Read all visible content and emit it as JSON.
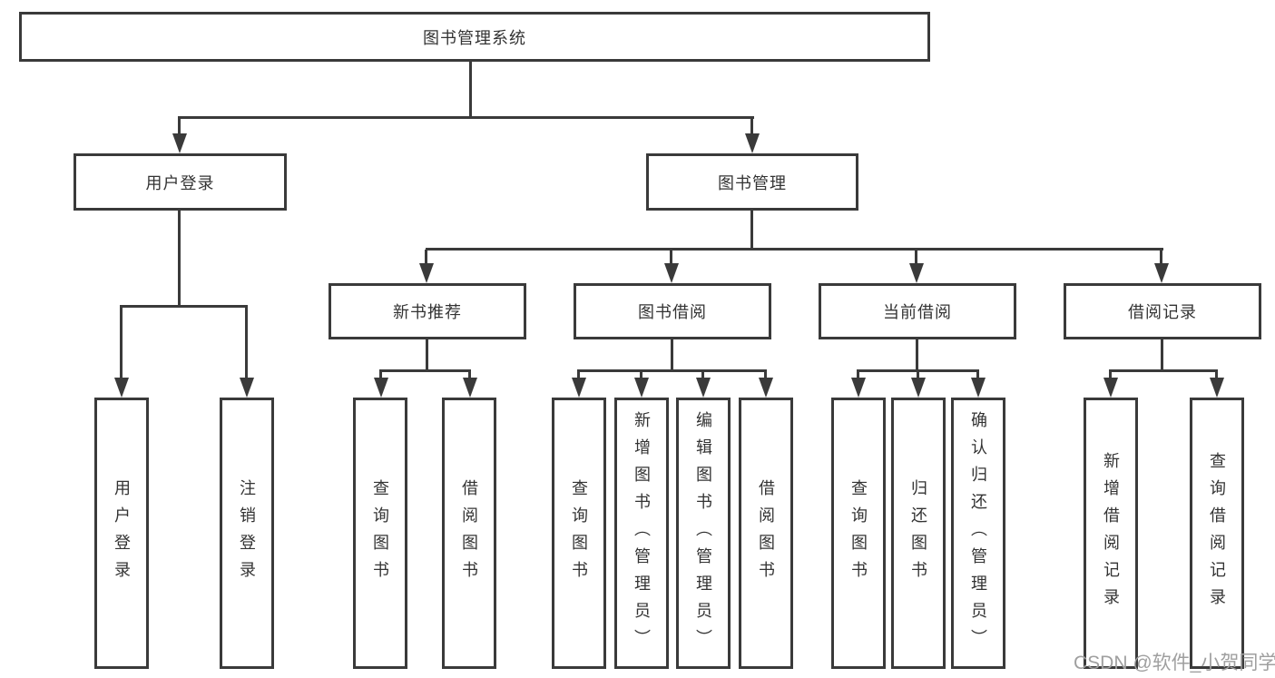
{
  "diagram": {
    "tree": {
      "root": {
        "label": "图书管理系统"
      },
      "children": [
        {
          "label": "用户登录",
          "children": [
            {
              "label": "用户登录"
            },
            {
              "label": "注销登录"
            }
          ]
        },
        {
          "label": "图书管理",
          "children": [
            {
              "label": "新书推荐",
              "children": [
                {
                  "label": "查询图书"
                },
                {
                  "label": "借阅图书"
                }
              ]
            },
            {
              "label": "图书借阅",
              "children": [
                {
                  "label": "查询图书"
                },
                {
                  "label": "新增图书（管理员）"
                },
                {
                  "label": "编辑图书（管理员）"
                },
                {
                  "label": "借阅图书"
                }
              ]
            },
            {
              "label": "当前借阅",
              "children": [
                {
                  "label": "查询图书"
                },
                {
                  "label": "归还图书"
                },
                {
                  "label": "确认归还（管理员）"
                }
              ]
            },
            {
              "label": "借阅记录",
              "children": [
                {
                  "label": "新增借阅记录"
                },
                {
                  "label": "查询借阅记录"
                }
              ]
            }
          ]
        }
      ]
    }
  },
  "watermark": {
    "text": "CSDN @软件_小贺同学"
  },
  "colors": {
    "line": "#3a3a3a",
    "text": "#333333",
    "bg": "#ffffff",
    "watermark": "#9f9f9f"
  }
}
